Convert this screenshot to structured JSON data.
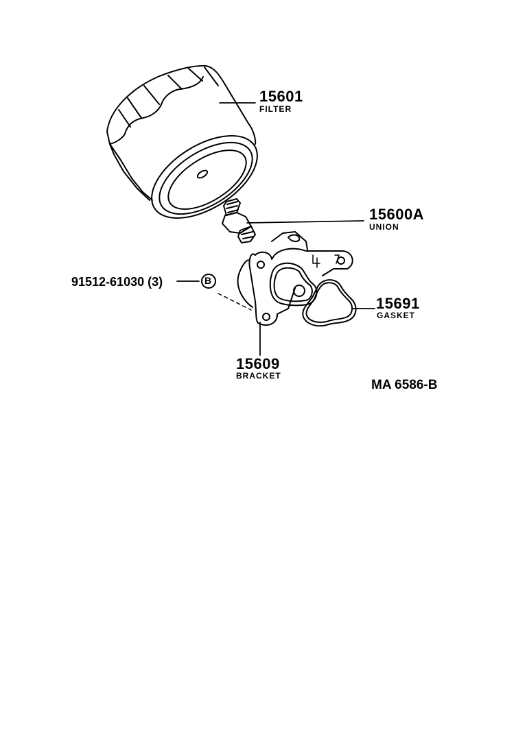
{
  "diagram": {
    "title_code": "MA 6586-B",
    "parts": [
      {
        "number": "15601",
        "name": "FILTER"
      },
      {
        "number": "15600A",
        "name": "UNION"
      },
      {
        "number": "15691",
        "name": "GASKET"
      },
      {
        "number": "15609",
        "name": "BRACKET"
      }
    ],
    "fastener": {
      "number": "91512-61030",
      "qty": "(3)",
      "symbol": "B"
    }
  },
  "colors": {
    "ink": "#000000",
    "paper": "#ffffff"
  }
}
